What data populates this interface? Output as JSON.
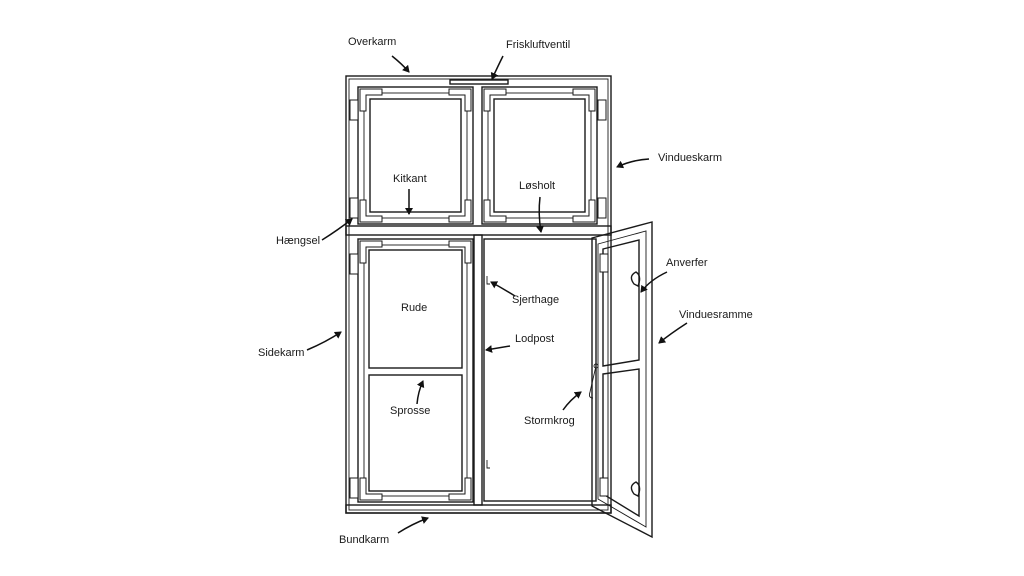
{
  "labels": {
    "overkarm": "Overkarm",
    "friskluftventil": "Friskluftventil",
    "vindueskarm": "Vindueskarm",
    "kitkant": "Kitkant",
    "losholt": "Løsholt",
    "haengsel": "Hængsel",
    "anverfer": "Anverfer",
    "sjerthage": "Sjerthage",
    "rude": "Rude",
    "vinduesramme": "Vinduesramme",
    "lodpost": "Lodpost",
    "sidekarm": "Sidekarm",
    "sprosse": "Sprosse",
    "stormkrog": "Stormkrog",
    "bundkarm": "Bundkarm"
  }
}
